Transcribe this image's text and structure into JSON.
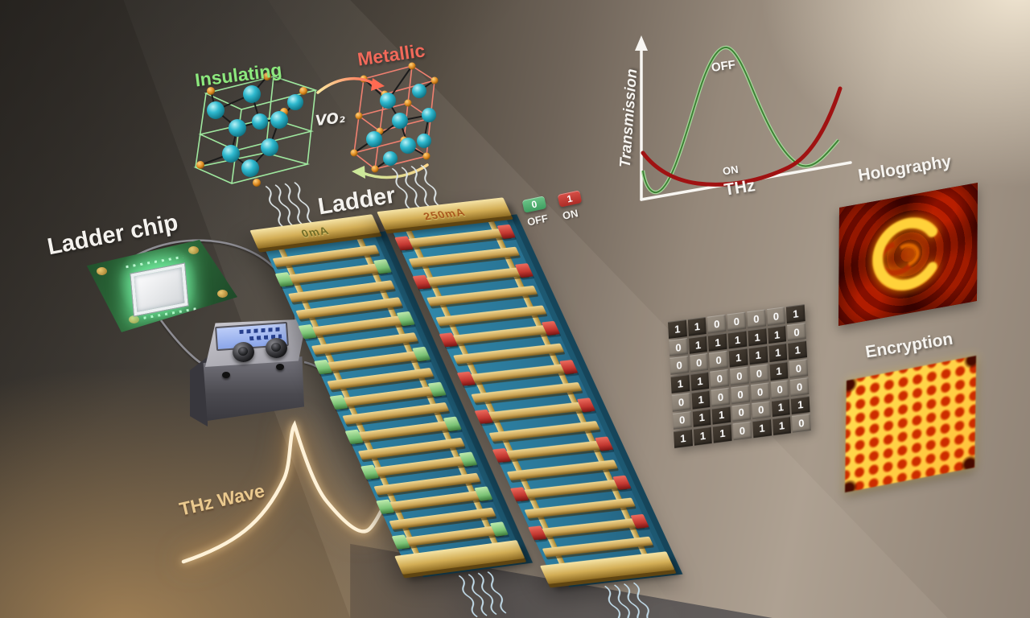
{
  "phase": {
    "insulating": "Insulating",
    "metallic": "Metallic",
    "material": "VO₂"
  },
  "chip": {
    "label": "Ladder chip"
  },
  "ladder": {
    "heading": "Ladder",
    "off_current": "0mA",
    "on_current": "250mA"
  },
  "ladder_config": {
    "off": {
      "rungs": 17,
      "pad_rungs": [
        2,
        5,
        7,
        9,
        11,
        13,
        15,
        17
      ]
    },
    "on": {
      "rungs": 17,
      "pad_rungs": [
        1,
        3,
        6,
        8,
        10,
        12,
        14,
        16
      ]
    }
  },
  "graph": {
    "y_axis": "Transmission",
    "x_axis": "THz",
    "off": "OFF",
    "on": "ON"
  },
  "legend": {
    "off_digit": "0",
    "off_label": "OFF",
    "on_digit": "1",
    "on_label": "ON"
  },
  "binary_matrix": [
    [
      1,
      1,
      0,
      0,
      0,
      0,
      1
    ],
    [
      0,
      1,
      1,
      1,
      1,
      1,
      0
    ],
    [
      0,
      0,
      0,
      1,
      1,
      1,
      1
    ],
    [
      1,
      1,
      0,
      0,
      0,
      1,
      0
    ],
    [
      0,
      1,
      0,
      0,
      0,
      0,
      0
    ],
    [
      0,
      1,
      1,
      0,
      0,
      1,
      1
    ],
    [
      1,
      1,
      1,
      0,
      1,
      1,
      0
    ]
  ],
  "outputs": {
    "holography": "Holography",
    "encryption": "Encryption"
  },
  "wave": {
    "label": "THz Wave"
  },
  "colors": {
    "insulating_text": "#8ce87d",
    "metallic_text": "#f2695a",
    "off_curve": "#4e9a44",
    "on_curve": "#a51212",
    "legend_off": "#4fae6b",
    "legend_on": "#c0392e",
    "slab_blue": "#2c7da0",
    "gold": "#d3ae56",
    "pad_off_green": "#8fd28b",
    "pad_on_red": "#c23730"
  },
  "chart_data": {
    "type": "line",
    "title": "",
    "xlabel": "THz",
    "ylabel": "Transmission",
    "x_units": "normalized frequency 0-10 (no ticks shown)",
    "x": [
      0,
      1,
      2,
      3,
      4,
      5,
      6,
      7,
      8,
      9,
      10
    ],
    "series": [
      {
        "name": "OFF",
        "color": "#4e9a44",
        "values": [
          0.25,
          0.05,
          0.12,
          0.45,
          0.95,
          1.0,
          0.7,
          0.3,
          0.1,
          0.15,
          0.35
        ]
      },
      {
        "name": "ON",
        "color": "#a51212",
        "values": [
          0.45,
          0.25,
          0.15,
          0.1,
          0.08,
          0.08,
          0.1,
          0.16,
          0.3,
          0.55,
          0.9
        ]
      }
    ],
    "legend_position": "inline-annotations",
    "grid": false
  }
}
